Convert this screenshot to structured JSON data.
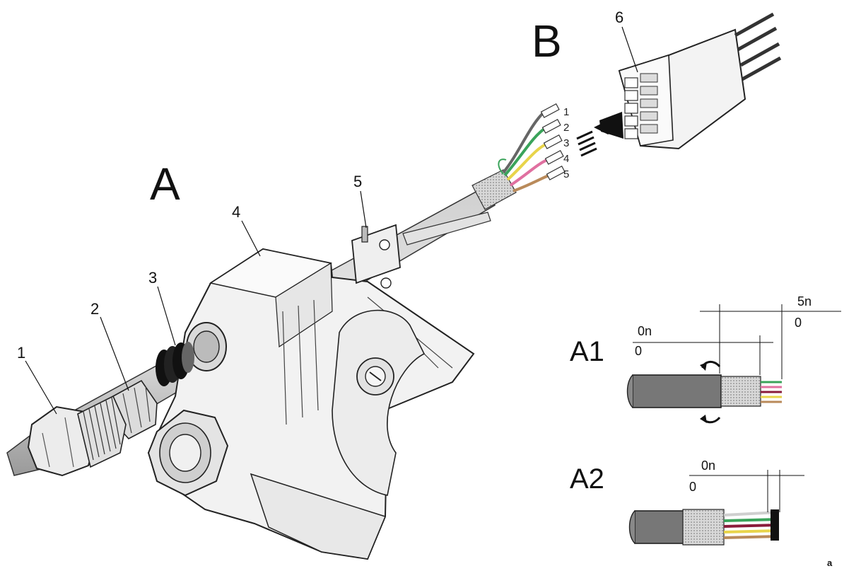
{
  "views": {
    "main": "A",
    "connector": "B",
    "strip_detail_1": "A1",
    "strip_detail_2": "A2"
  },
  "parts": [
    "1",
    "2",
    "3",
    "4",
    "5",
    "6"
  ],
  "wires": [
    "1",
    "2",
    "3",
    "4",
    "5"
  ],
  "wire_colors": {
    "w1": "#ffffff",
    "w2": "#3aa35a",
    "w3": "#e8d44a",
    "w4": "#e070a0",
    "w5": "#b98a5a"
  },
  "dimensions": {
    "a1_top": "5n",
    "a1_top_tol": "0",
    "a1_mid": "0n",
    "a1_mid_tol": "0",
    "a2": "0n",
    "a2_tol": "0"
  },
  "corner_mark": "a"
}
